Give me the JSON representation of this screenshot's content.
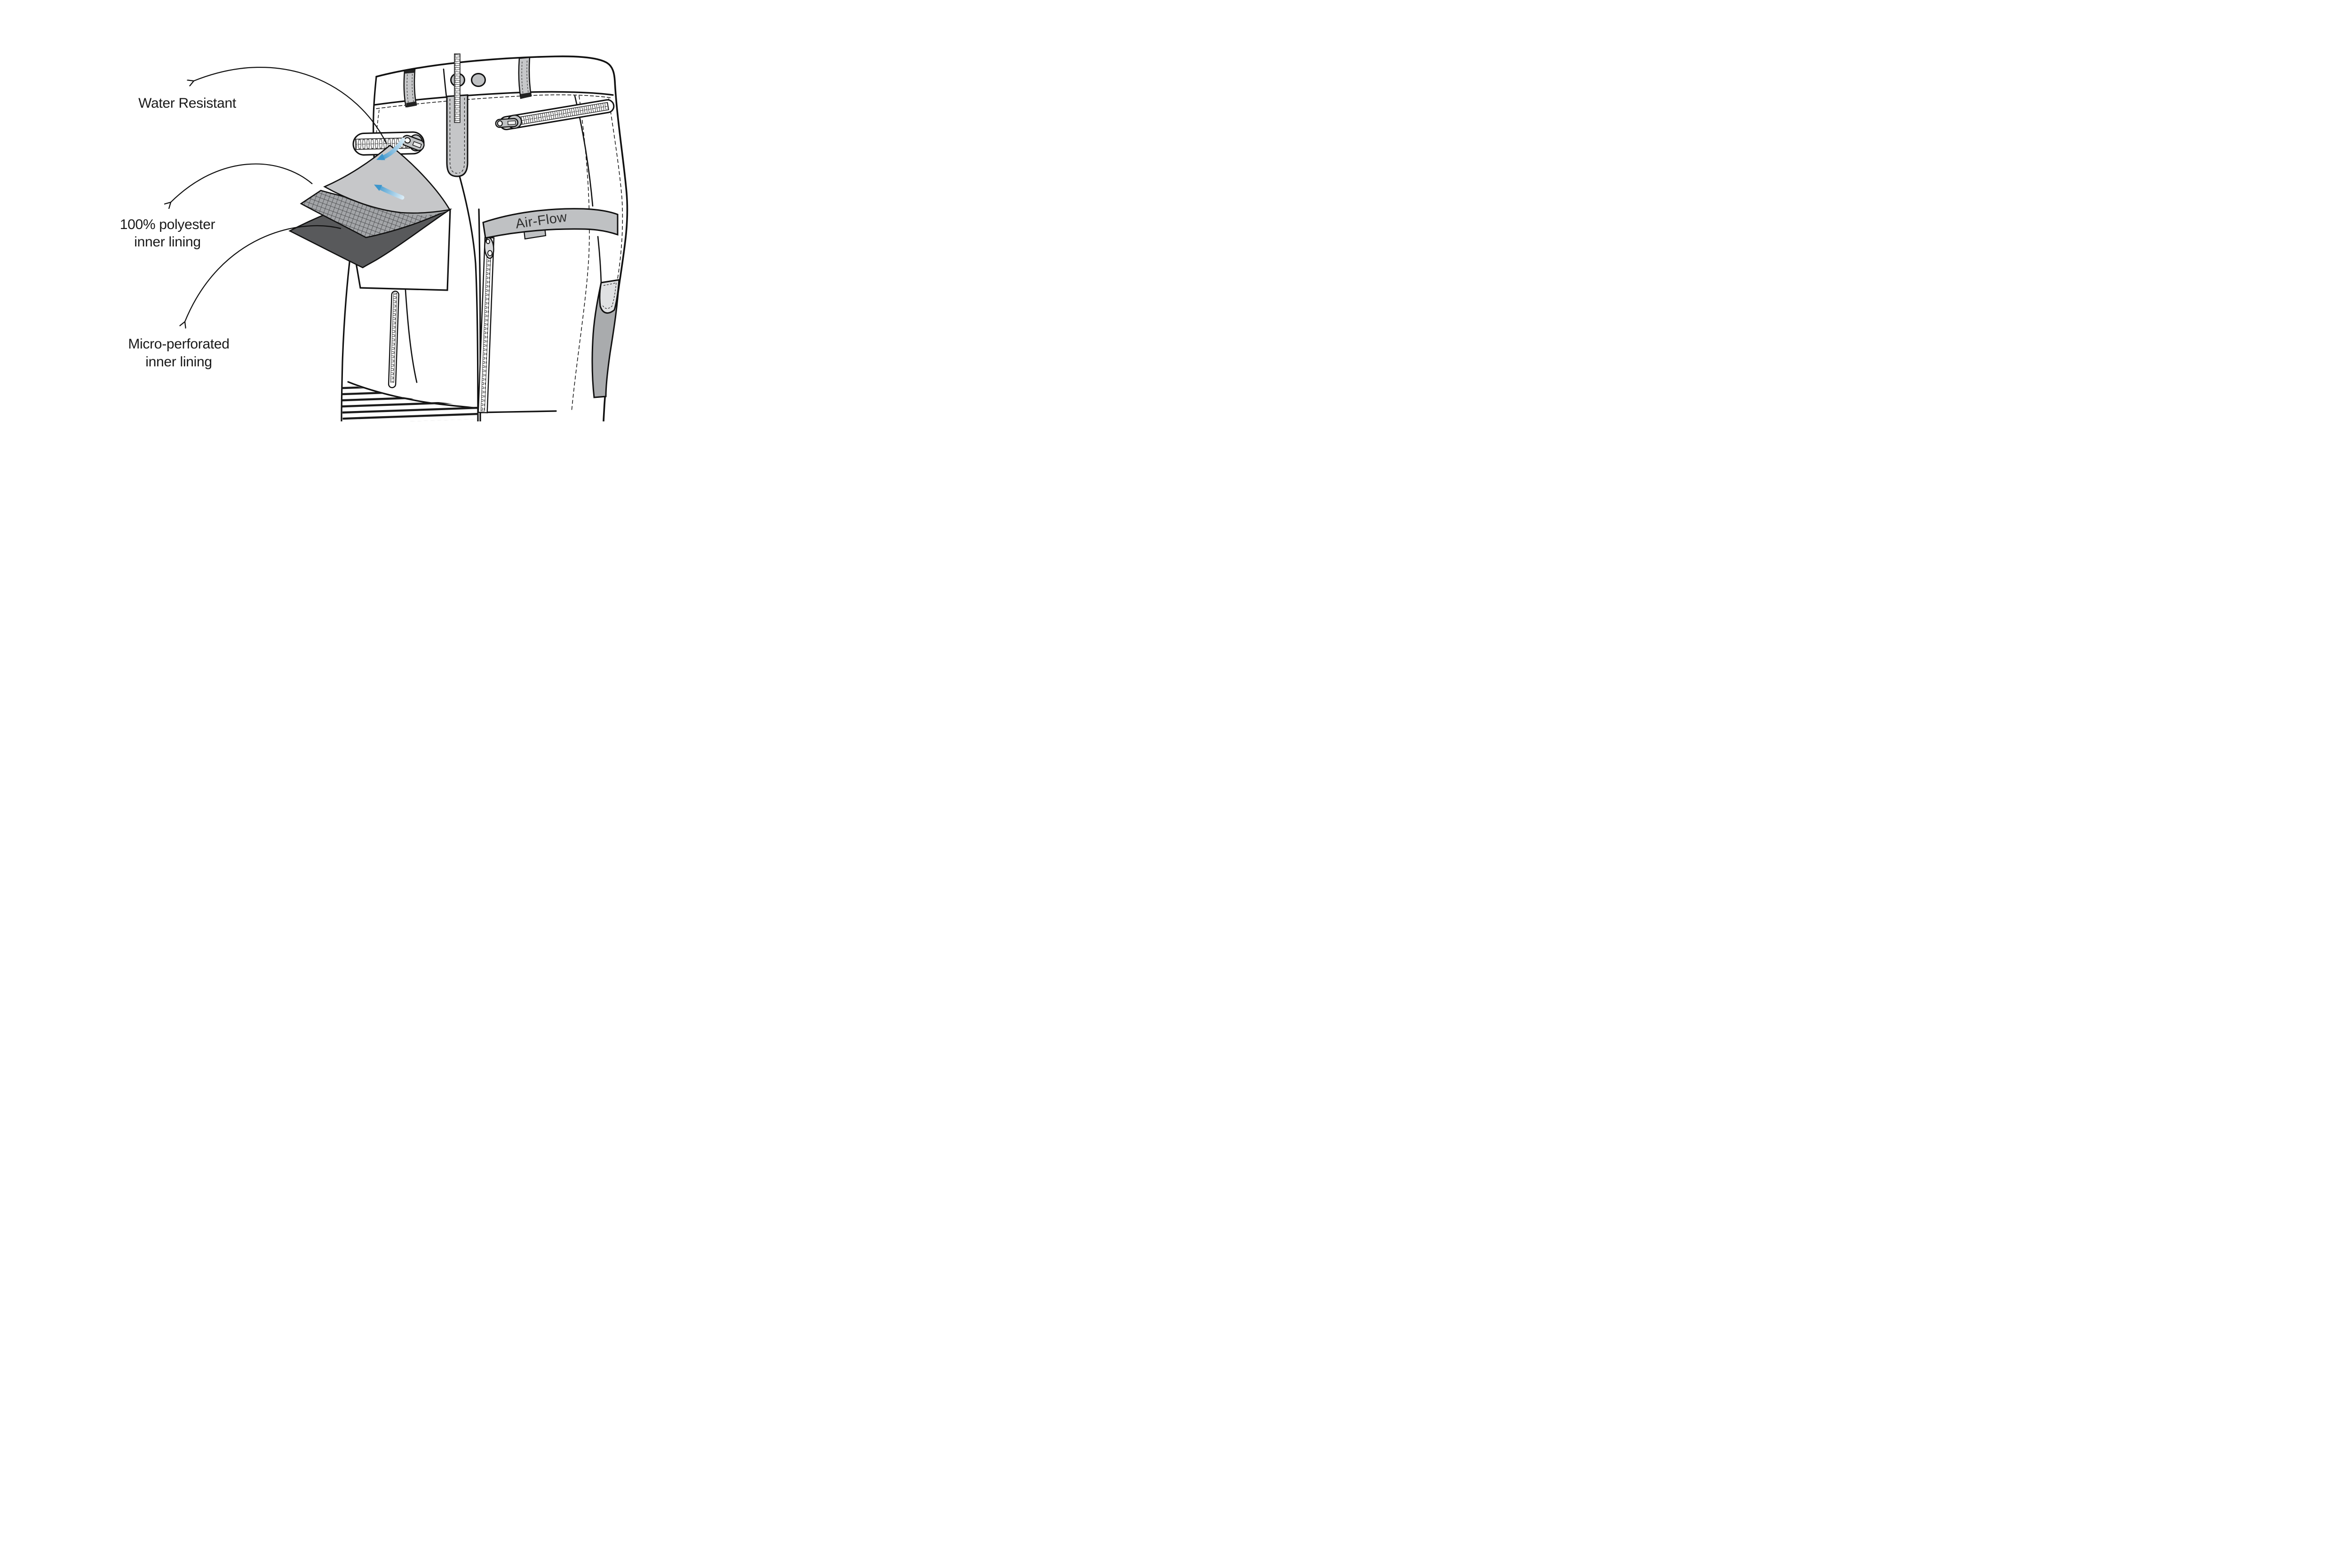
{
  "page": {
    "background": "#ffffff",
    "type": "garment-feature-diagram"
  },
  "annotations": {
    "water_resistant": {
      "label": "Water Resistant"
    },
    "polyester": {
      "line1": "100% polyester",
      "line2": "inner lining"
    },
    "micro_perforated": {
      "line1": "Micro-perforated",
      "line2": "inner lining"
    }
  },
  "garment": {
    "airflow_band_label": "Air-Flow"
  },
  "colors": {
    "outline": "#111111",
    "fabric_light": "#c6c7c9",
    "fabric_mesh": "#a3a5a8",
    "fabric_dark": "#58595b",
    "hardware_gray": "#bfc1c3",
    "fly_gray": "#c5c6c8",
    "pocket_gray": "#a9abad",
    "flap_light": "#e0e1e3",
    "pull_light": "#d8d9db",
    "airflow_blue": "#3d96cc",
    "airflow_blue_light": "#dcedf7",
    "stripe_dark": "#1b1b1b"
  },
  "icons": {
    "leader_arrow": "curved-leader-arrow",
    "airflow_arrow": "blue-airflow-arrow"
  }
}
